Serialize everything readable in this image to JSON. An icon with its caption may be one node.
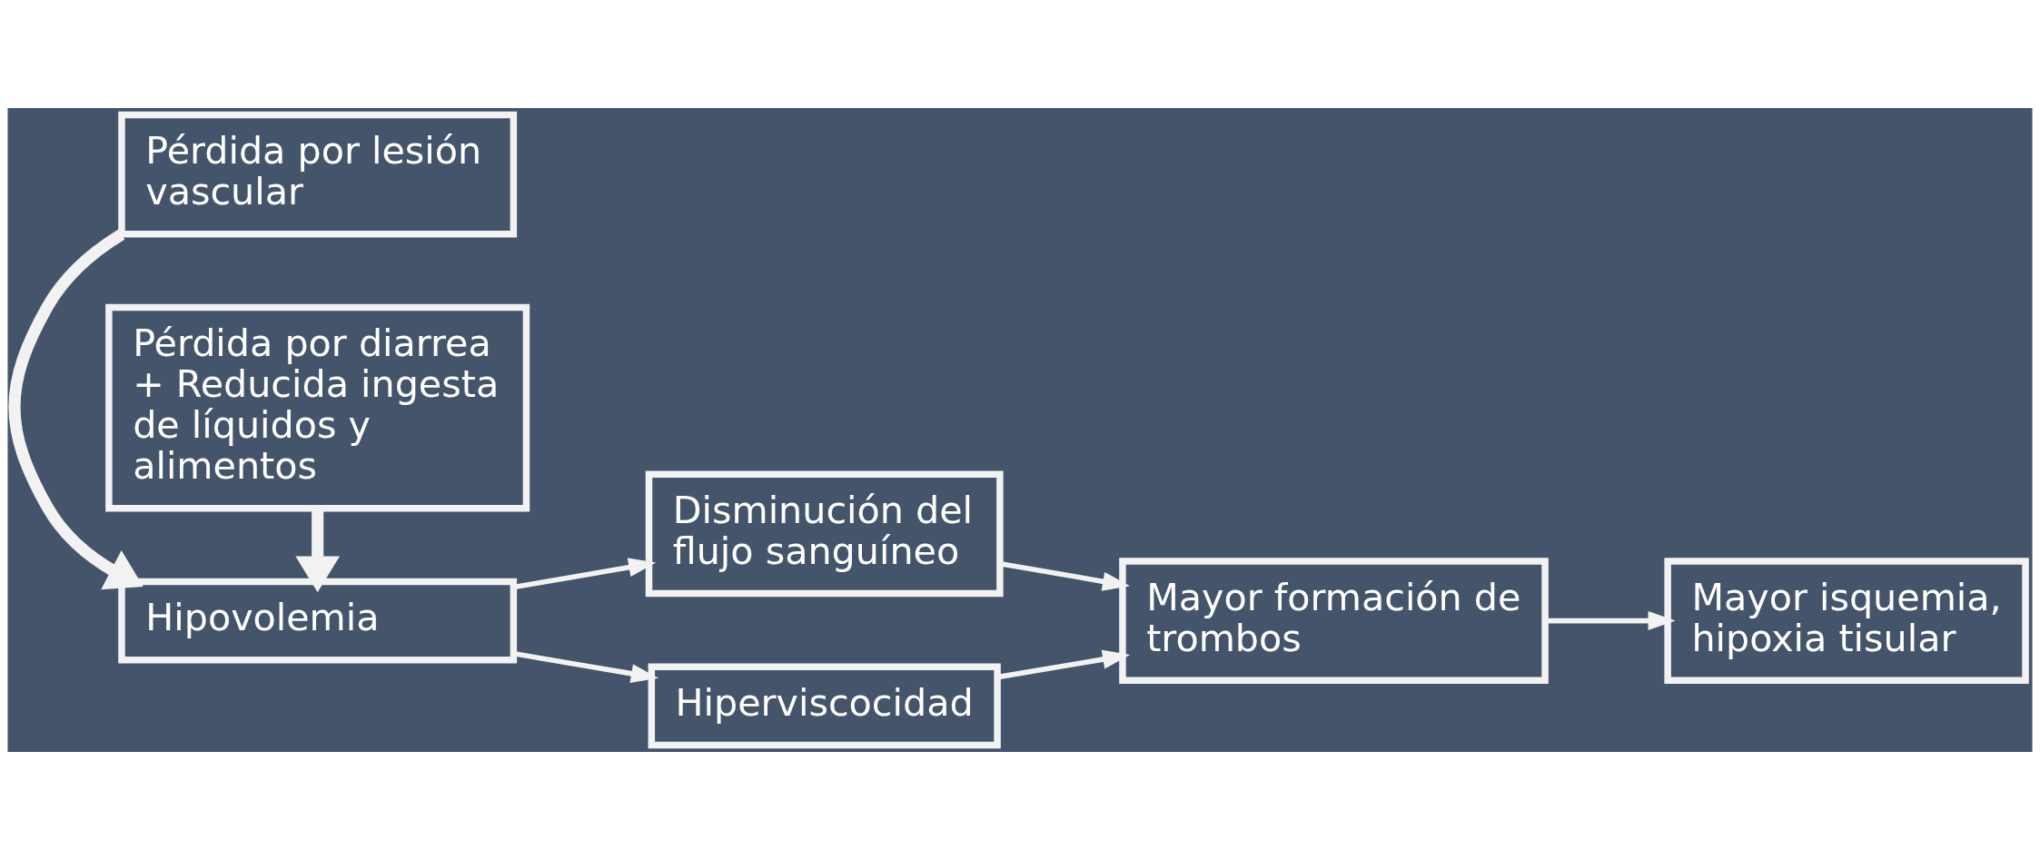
{
  "diagram": {
    "nodes": [
      {
        "text": [
          "Pérdida por lesión vascular"
        ]
      },
      {
        "text": [
          "Hipovolemia"
        ]
      },
      {
        "text": [
          "Pérdida por diarrea + Reducida ingesta de líquidos y alimentos"
        ]
      },
      {
        "text": [
          "Disminución del flujo sanguíneo"
        ]
      },
      {
        "text": [
          "Hiperviscocidad"
        ]
      },
      {
        "text": [
          "Mayor formación de trombos"
        ]
      },
      {
        "text": [
          "Mayor isquemia, hipoxia tisular"
        ]
      }
    ],
    "edges": [
      {
        "from": 0,
        "to": 1,
        "arrow": "to",
        "style": "thick"
      },
      {
        "from": 2,
        "to": 1,
        "arrow": "to",
        "style": "thick"
      },
      {
        "from": 1,
        "to": 3,
        "arrow": "to"
      },
      {
        "from": 1,
        "to": 4,
        "arrow": "to"
      },
      {
        "from": 3,
        "to": 5,
        "arrow": "to"
      },
      {
        "from": 4,
        "to": 5,
        "arrow": "to"
      },
      {
        "from": 5,
        "to": 6,
        "arrow": "to"
      }
    ]
  }
}
